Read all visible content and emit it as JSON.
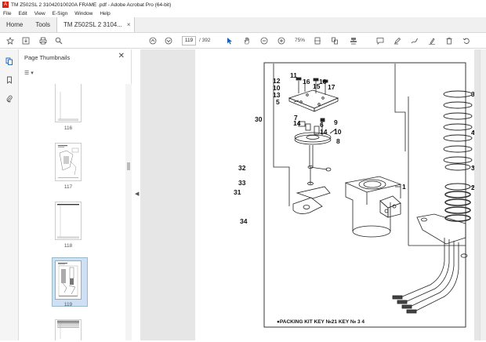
{
  "window": {
    "title": "TM Z502SL 2 31042010020A FRAME .pdf - Adobe Acrobat Pro (64-bit)",
    "app_icon": "A"
  },
  "menu": [
    "File",
    "Edit",
    "View",
    "E-Sign",
    "Window",
    "Help"
  ],
  "tabs": {
    "home": "Home",
    "tools": "Tools",
    "document": "TM Z502SL 2 3104...",
    "close": "×"
  },
  "toolbar": {
    "page_current": "119",
    "page_total": "/ 392",
    "zoom": "75%"
  },
  "panel": {
    "title": "Page Thumbnails",
    "close": "✕",
    "options": "☰ ▾"
  },
  "thumbnails": [
    {
      "label": "116"
    },
    {
      "label": "117"
    },
    {
      "label": "118"
    },
    {
      "label": "119"
    },
    {
      "label": ""
    }
  ],
  "collapse_arrow": "◀",
  "drawing": {
    "callouts": [
      "11",
      "12",
      "10",
      "13",
      "16",
      "16",
      "15",
      "17",
      "5",
      "30",
      "7",
      "14",
      "9",
      "6",
      "14",
      "10",
      "8",
      "32",
      "33",
      "31",
      "34",
      "1",
      "3",
      "4",
      "3",
      "2"
    ],
    "footer": "●PACKING KIT KEY №21 KEY № 3 4"
  }
}
